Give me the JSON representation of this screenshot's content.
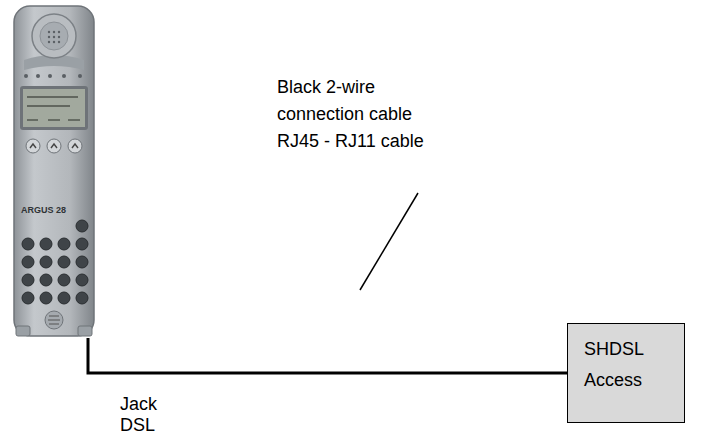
{
  "diagram": {
    "nodes": [
      {
        "text": [
          "ARGUS 28"
        ]
      },
      {
        "text": [
          "SHDSL Access"
        ]
      }
    ],
    "edges": [
      {
        "from": 0,
        "to": 1,
        "arrow": "none"
      }
    ],
    "labels": [
      "Black 2-wire connection cable RJ45 - RJ11 cable",
      "Jack DSL"
    ]
  }
}
